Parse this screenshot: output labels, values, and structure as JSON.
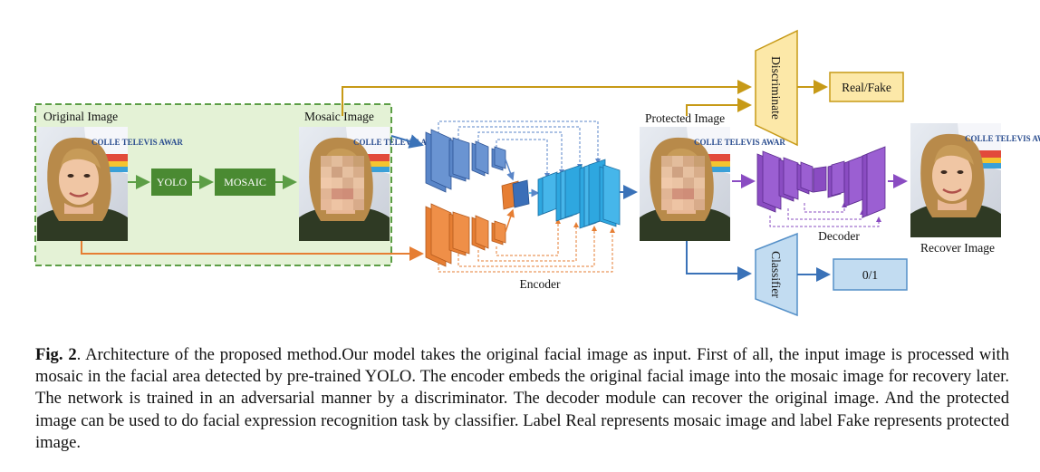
{
  "figure": {
    "labels": {
      "original_image": "Original Image",
      "mosaic_image": "Mosaic Image",
      "yolo": "YOLO",
      "mosaic": "MOSAIC",
      "encoder": "Encoder",
      "protected_image": "Protected Image",
      "discriminator": "Discriminate",
      "real_fake": "Real/Fake",
      "decoder": "Decoder",
      "recover_image": "Recover Image",
      "classifier": "Classifier",
      "class_output": "0/1",
      "photo_sign_text": "COLLE TELEVIS AWAR"
    },
    "colors": {
      "green_box_fill": "#e4f2d6",
      "green_box_border": "#5c9e46",
      "green_block": "#4a8a32",
      "gold_arrow": "#c79a17",
      "gold_fill": "#fce8a8",
      "orange": "#e67e33",
      "blue_encoder": "#5a86c8",
      "cyan_encoder": "#2ea7e0",
      "purple_decoder": "#8a4cc2",
      "classifier_fill": "#c2dcf1",
      "classifier_border": "#5590c8",
      "arrow_blue": "#3a72b8"
    }
  },
  "caption": {
    "label": "Fig. 2",
    "text": ". Architecture of the proposed method.Our model takes the original facial image as input. First of all, the input image is processed with mosaic in the facial area detected by pre-trained YOLO. The encoder embeds the original facial image into the mosaic image for recovery later. The network is trained in an adversarial manner by a discriminator. The decoder module can recover the original image. And the protected image can be used to do facial expression recognition task by classifier. Label Real represents mosaic image and label Fake represents protected image."
  }
}
